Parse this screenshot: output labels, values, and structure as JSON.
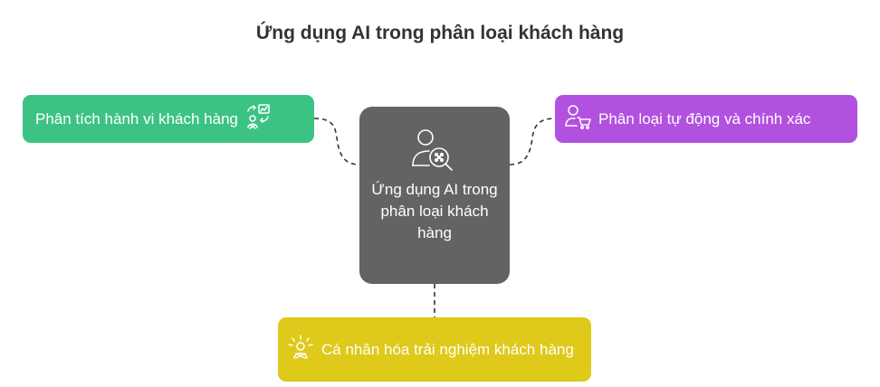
{
  "title": "Ứng dụng AI trong phân loại khách hàng",
  "center": {
    "label": "Ứng dụng AI trong phân loại khách hàng",
    "icon": "person-magnifier-icon"
  },
  "nodes": {
    "left": {
      "label": "Phân tích hành vi khách hàng",
      "icon": "behavior-analysis-icon",
      "color": "#3cc383"
    },
    "right": {
      "label": "Phân loại tự động và chính xác",
      "icon": "person-cart-icon",
      "color": "#b251e0"
    },
    "bottom": {
      "label": "Cá nhân hóa trải nghiệm khách hàng",
      "icon": "personalization-icon",
      "color": "#dfc91a"
    }
  },
  "colors": {
    "center": "#636363",
    "connector": "#333333",
    "title": "#333333"
  }
}
